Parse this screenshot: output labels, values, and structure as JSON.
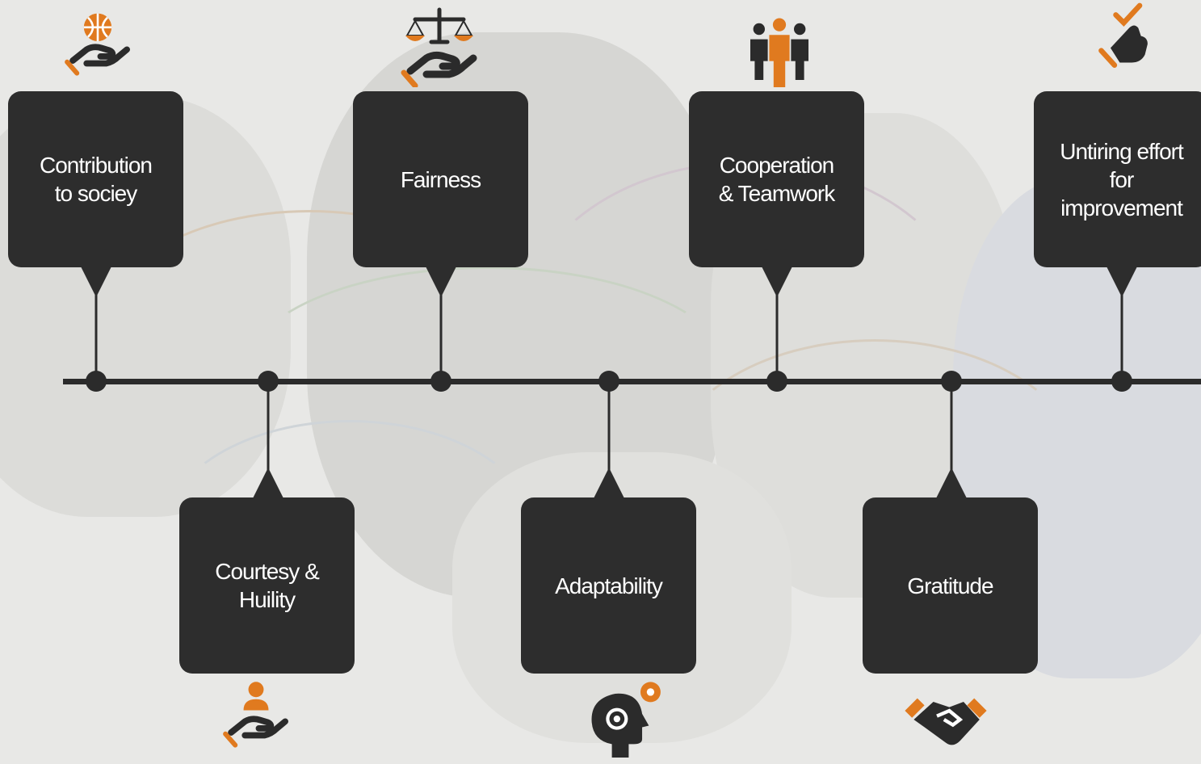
{
  "colors": {
    "card": "#2d2d2d",
    "line": "#2b2b2b",
    "accent": "#e07a1f",
    "text": "#ffffff"
  },
  "items": [
    {
      "label": "Contribution\nto sociey",
      "icon": "globe-hand-icon"
    },
    {
      "label": "Courtesy &\nHuility",
      "icon": "person-hand-icon"
    },
    {
      "label": "Fairness",
      "icon": "scales-hand-icon"
    },
    {
      "label": "Adaptability",
      "icon": "head-gear-icon"
    },
    {
      "label": "Cooperation\n& Teamwork",
      "icon": "team-icon"
    },
    {
      "label": "Gratitude",
      "icon": "handshake-icon"
    },
    {
      "label": "Untiring effort\nfor\nimprovement",
      "icon": "hand-check-icon"
    }
  ]
}
